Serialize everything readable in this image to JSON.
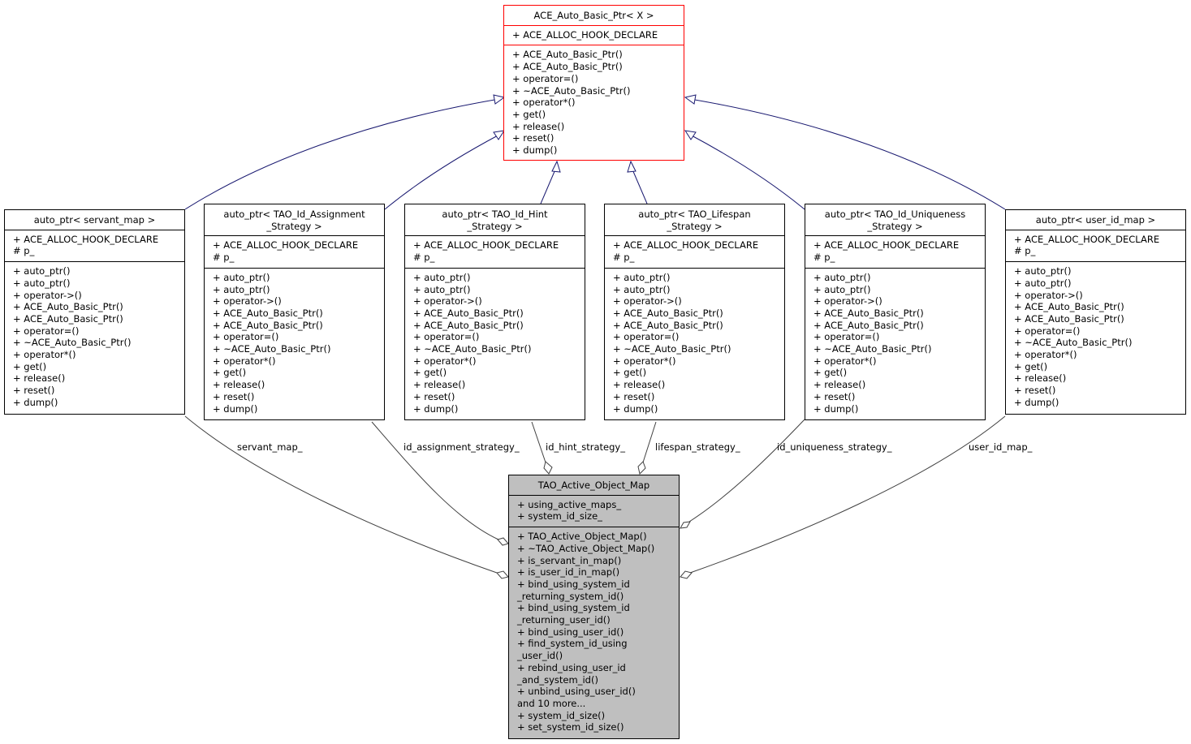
{
  "base_class": {
    "name": "ACE_Auto_Basic_Ptr< X >",
    "attributes": [
      "+ ACE_ALLOC_HOOK_DECLARE"
    ],
    "operations": [
      "+ ACE_Auto_Basic_Ptr()",
      "+ ACE_Auto_Basic_Ptr()",
      "+ operator=()",
      "+ ~ACE_Auto_Basic_Ptr()",
      "+ operator*()",
      "+ get()",
      "+ release()",
      "+ reset()",
      "+ dump()"
    ]
  },
  "derived_classes": [
    {
      "id": "servant_map",
      "title_lines": [
        "auto_ptr< servant_map >"
      ],
      "attributes": [
        "+ ACE_ALLOC_HOOK_DECLARE",
        "# p_"
      ],
      "operations": [
        "+ auto_ptr()",
        "+ auto_ptr()",
        "+ operator->()",
        "+ ACE_Auto_Basic_Ptr()",
        "+ ACE_Auto_Basic_Ptr()",
        "+ operator=()",
        "+ ~ACE_Auto_Basic_Ptr()",
        "+ operator*()",
        "+ get()",
        "+ release()",
        "+ reset()",
        "+ dump()"
      ],
      "edge_label": "servant_map_"
    },
    {
      "id": "id_assignment",
      "title_lines": [
        "auto_ptr< TAO_Id_Assignment",
        "_Strategy >"
      ],
      "attributes": [
        "+ ACE_ALLOC_HOOK_DECLARE",
        "# p_"
      ],
      "operations": [
        "+ auto_ptr()",
        "+ auto_ptr()",
        "+ operator->()",
        "+ ACE_Auto_Basic_Ptr()",
        "+ ACE_Auto_Basic_Ptr()",
        "+ operator=()",
        "+ ~ACE_Auto_Basic_Ptr()",
        "+ operator*()",
        "+ get()",
        "+ release()",
        "+ reset()",
        "+ dump()"
      ],
      "edge_label": "id_assignment_strategy_"
    },
    {
      "id": "id_hint",
      "title_lines": [
        "auto_ptr< TAO_Id_Hint",
        "_Strategy >"
      ],
      "attributes": [
        "+ ACE_ALLOC_HOOK_DECLARE",
        "# p_"
      ],
      "operations": [
        "+ auto_ptr()",
        "+ auto_ptr()",
        "+ operator->()",
        "+ ACE_Auto_Basic_Ptr()",
        "+ ACE_Auto_Basic_Ptr()",
        "+ operator=()",
        "+ ~ACE_Auto_Basic_Ptr()",
        "+ operator*()",
        "+ get()",
        "+ release()",
        "+ reset()",
        "+ dump()"
      ],
      "edge_label": "id_hint_strategy_"
    },
    {
      "id": "lifespan",
      "title_lines": [
        "auto_ptr< TAO_Lifespan",
        "_Strategy >"
      ],
      "attributes": [
        "+ ACE_ALLOC_HOOK_DECLARE",
        "# p_"
      ],
      "operations": [
        "+ auto_ptr()",
        "+ auto_ptr()",
        "+ operator->()",
        "+ ACE_Auto_Basic_Ptr()",
        "+ ACE_Auto_Basic_Ptr()",
        "+ operator=()",
        "+ ~ACE_Auto_Basic_Ptr()",
        "+ operator*()",
        "+ get()",
        "+ release()",
        "+ reset()",
        "+ dump()"
      ],
      "edge_label": "lifespan_strategy_"
    },
    {
      "id": "id_uniqueness",
      "title_lines": [
        "auto_ptr< TAO_Id_Uniqueness",
        "_Strategy >"
      ],
      "attributes": [
        "+ ACE_ALLOC_HOOK_DECLARE",
        "# p_"
      ],
      "operations": [
        "+ auto_ptr()",
        "+ auto_ptr()",
        "+ operator->()",
        "+ ACE_Auto_Basic_Ptr()",
        "+ ACE_Auto_Basic_Ptr()",
        "+ operator=()",
        "+ ~ACE_Auto_Basic_Ptr()",
        "+ operator*()",
        "+ get()",
        "+ release()",
        "+ reset()",
        "+ dump()"
      ],
      "edge_label": "id_uniqueness_strategy_"
    },
    {
      "id": "user_id_map",
      "title_lines": [
        "auto_ptr< user_id_map >"
      ],
      "attributes": [
        "+ ACE_ALLOC_HOOK_DECLARE",
        "# p_"
      ],
      "operations": [
        "+ auto_ptr()",
        "+ auto_ptr()",
        "+ operator->()",
        "+ ACE_Auto_Basic_Ptr()",
        "+ ACE_Auto_Basic_Ptr()",
        "+ operator=()",
        "+ ~ACE_Auto_Basic_Ptr()",
        "+ operator*()",
        "+ get()",
        "+ release()",
        "+ reset()",
        "+ dump()"
      ],
      "edge_label": "user_id_map_"
    }
  ],
  "focus_class": {
    "name": "TAO_Active_Object_Map",
    "attributes": [
      "+ using_active_maps_",
      "+ system_id_size_"
    ],
    "operations": [
      "+ TAO_Active_Object_Map()",
      "+ ~TAO_Active_Object_Map()",
      "+ is_servant_in_map()",
      "+ is_user_id_in_map()",
      "+ bind_using_system_id",
      "_returning_system_id()",
      "+ bind_using_system_id",
      "_returning_user_id()",
      "+ bind_using_user_id()",
      "+ find_system_id_using",
      "_user_id()",
      "+ rebind_using_user_id",
      "_and_system_id()",
      "+ unbind_using_user_id()",
      "and 10 more...",
      "+ system_id_size()",
      "+ set_system_id_size()"
    ]
  },
  "colors": {
    "inheritance_edge": "#191970",
    "composition_edge": "#404040",
    "base_border": "#ff0000",
    "focus_fill": "#bfbfbf"
  }
}
